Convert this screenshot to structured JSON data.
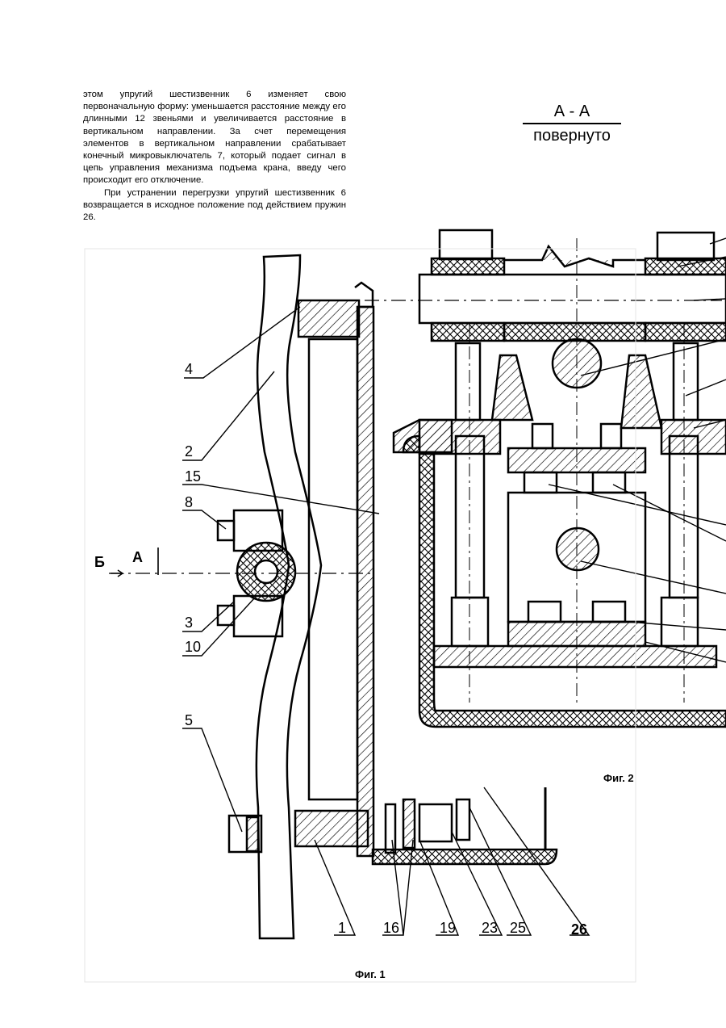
{
  "paragraphs": [
    "этом упругий шестизвенник 6 изменяет свою первоначальную форму: уменьшается расстояние между его длинными 12 звеньями и увеличивается расстояние в вертикальном направлении. За счет перемещения элементов в вертикальном направлении срабатывает конечный микровыключатель 7, который подает сигнал в цепь управления механизма подъема крана, введу чего происходит его отключение.",
    "При устранении перегрузки упругий шестизвенник 6 возвращается в исходное положение под действием пружин 26."
  ],
  "section": {
    "title": "А - А",
    "subtitle": "повернуто"
  },
  "fig1": {
    "caption": "Фиг. 1",
    "view_labels": {
      "b": "Б",
      "a": "А"
    },
    "labels": [
      "4",
      "2",
      "15",
      "8",
      "3",
      "10",
      "5",
      "1",
      "16",
      "19",
      "23",
      "25",
      "26"
    ]
  },
  "fig2": {
    "caption": "Фиг. 2"
  }
}
